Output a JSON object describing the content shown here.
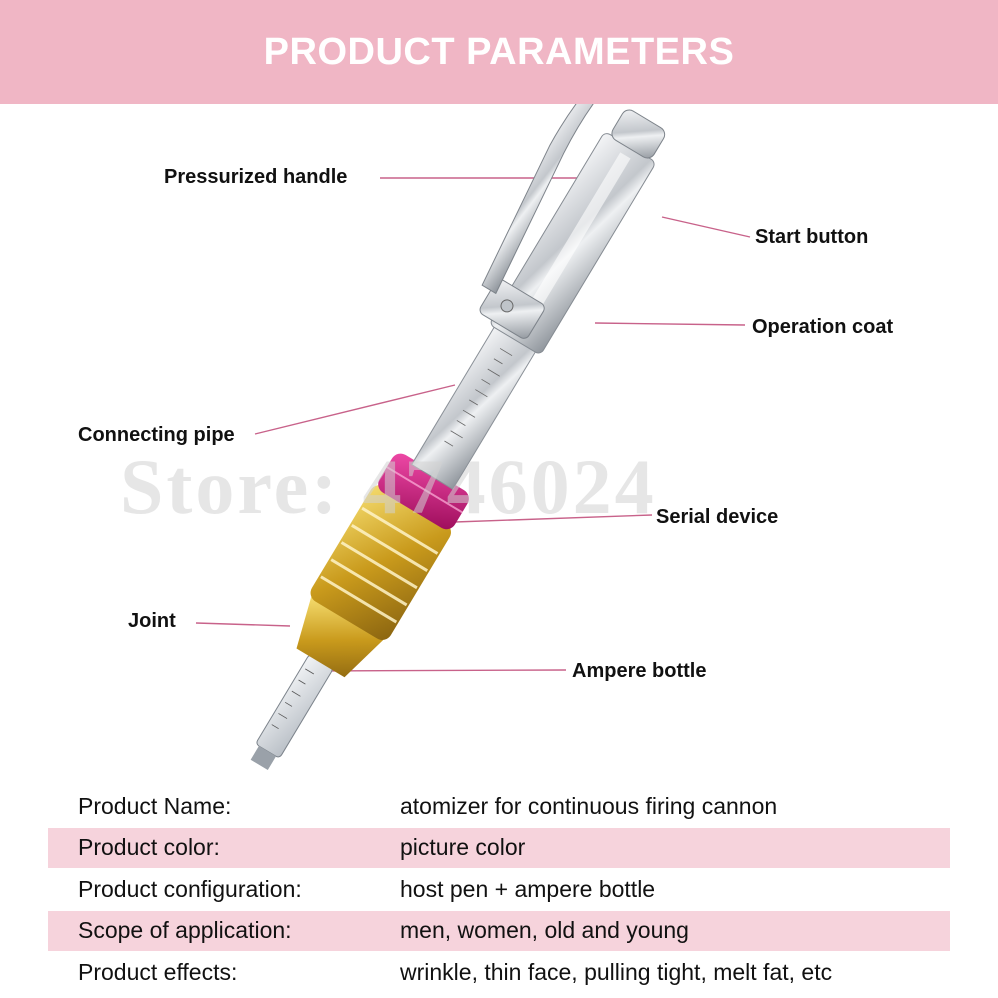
{
  "header": {
    "title": "PRODUCT PARAMETERS"
  },
  "watermark": "Store: 4746024",
  "callouts": {
    "pressurized_handle": "Pressurized handle",
    "start_button": "Start button",
    "operation_coat": "Operation coat",
    "connecting_pipe": "Connecting pipe",
    "serial_device": "Serial device",
    "joint": "Joint",
    "ampere_bottle": "Ampere bottle"
  },
  "specs": [
    {
      "label": "Product Name:",
      "value": "atomizer for continuous firing cannon"
    },
    {
      "label": "Product color:",
      "value": "picture color"
    },
    {
      "label": "Product configuration:",
      "value": "host pen + ampere bottle"
    },
    {
      "label": "Scope of application:",
      "value": "men, women, old and young"
    },
    {
      "label": "Product effects:",
      "value": "wrinkle, thin face, pulling tight, melt fat, etc"
    }
  ],
  "colors": {
    "banner": "#f0b6c5",
    "row_highlight": "#f6d3dc",
    "leader_line": "#c8628a",
    "metal": "#cfd3d8",
    "gold": "#d8ae2e",
    "magenta": "#d0187a"
  }
}
